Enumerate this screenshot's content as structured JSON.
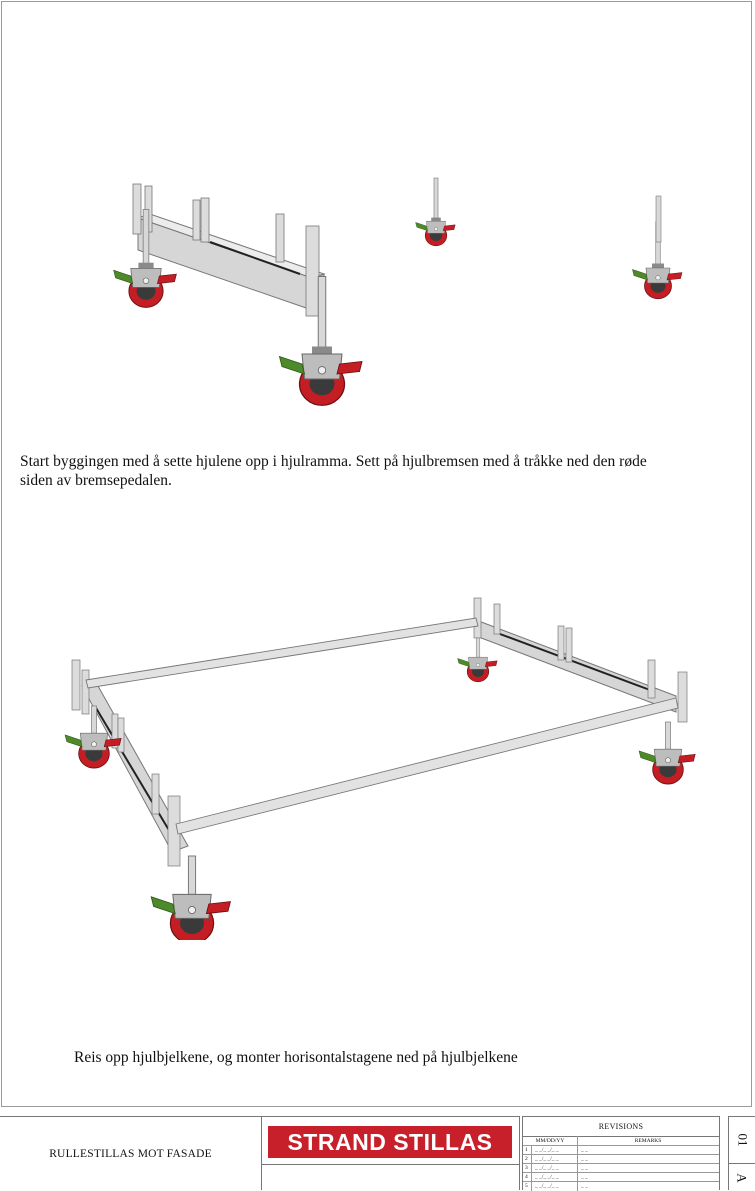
{
  "steps": [
    {
      "caption": "Start byggingen med å sette hjulene opp i hjulramma. Sett på hjulbremsen med å tråkke ned den røde siden av bremsepedalen."
    },
    {
      "caption": "Reis opp hjulbjelkene, og monter horisontalstagene ned på hjulbjelkene"
    }
  ],
  "title_block": {
    "project": "RULLESTILLAS MOT FASADE",
    "logo": "STRAND STILLAS",
    "revisions_title": "REVISIONS",
    "date_header": "MM/DD/YY",
    "remarks_header": "REMARKS",
    "rows": [
      {
        "num": "1",
        "date": "_ _/_ _/_ _",
        "remark": "_ _"
      },
      {
        "num": "2",
        "date": "_ _/_ _/_ _",
        "remark": "_ _"
      },
      {
        "num": "3",
        "date": "_ _/_ _/_ _",
        "remark": "_ _"
      },
      {
        "num": "4",
        "date": "_ _/_ _/_ _",
        "remark": "_ _"
      },
      {
        "num": "5",
        "date": "_ _/_ _/_ _",
        "remark": "_ _"
      }
    ],
    "sheet_number": "01",
    "revision_letter": "A"
  },
  "colors": {
    "steel": "#d2d2d2",
    "steel_dark": "#9c9c9c",
    "wheel_red": "#c41e24",
    "brake_green": "#4e8a2a",
    "logo_red": "#c8202a"
  }
}
